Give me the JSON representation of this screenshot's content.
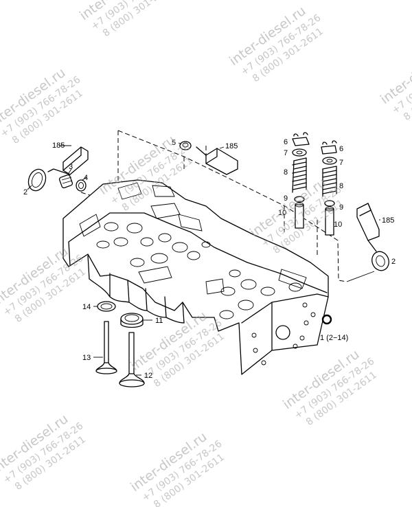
{
  "watermark": {
    "site": "inter-diesel.ru",
    "phone1": "+7 (903) 766-78-26",
    "phone2": "8 (800) 301-2611"
  },
  "callouts": {
    "c185_left": "185",
    "c185_mid": "185",
    "c185_right": "185",
    "c2_left": "2",
    "c2_right": "2",
    "c3": "3",
    "c4": "4",
    "c5": "5",
    "c6a": "6",
    "c6b": "6",
    "c7a": "7",
    "c7b": "7",
    "c8a": "8",
    "c8b": "8",
    "c9a": "9",
    "c9b": "9",
    "c10a": "10",
    "c10b": "10",
    "c11": "11",
    "c12": "12",
    "c13": "13",
    "c14": "14",
    "c1": "1 (2−14)"
  }
}
